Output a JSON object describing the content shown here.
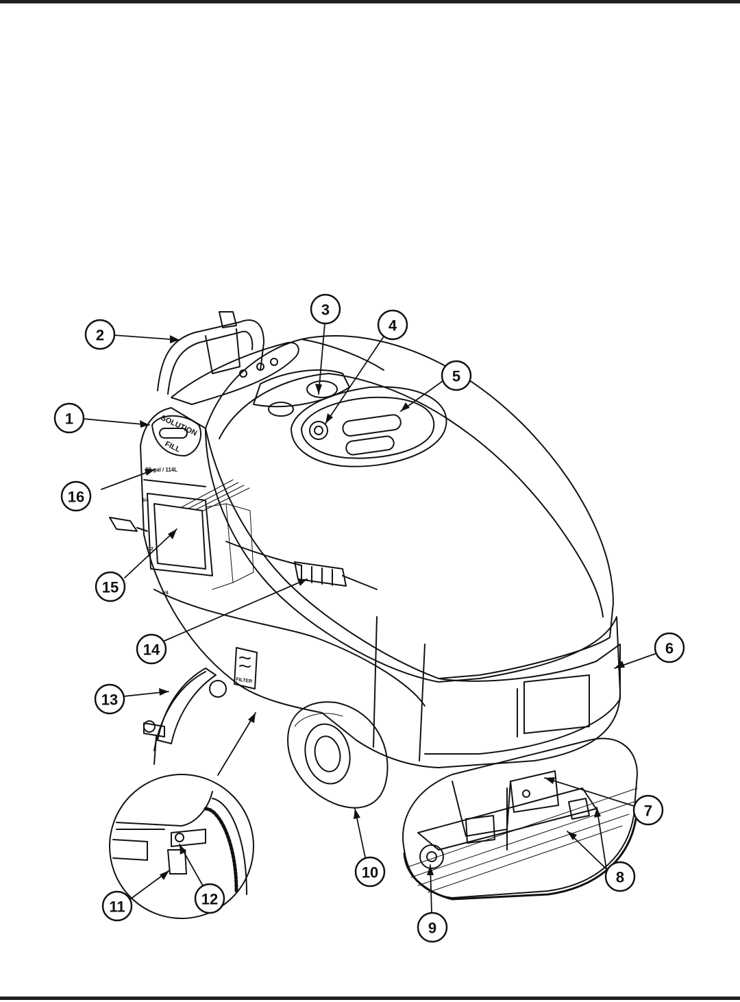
{
  "callouts": [
    {
      "label": "1"
    },
    {
      "label": "2"
    },
    {
      "label": "3"
    },
    {
      "label": "4"
    },
    {
      "label": "5"
    },
    {
      "label": "6"
    },
    {
      "label": "7"
    },
    {
      "label": "8"
    },
    {
      "label": "9"
    },
    {
      "label": "10"
    },
    {
      "label": "11"
    },
    {
      "label": "12"
    },
    {
      "label": "13"
    },
    {
      "label": "14"
    },
    {
      "label": "15"
    },
    {
      "label": "16"
    }
  ],
  "machine_labels": {
    "solution": "SOLUTION",
    "fill": "FILL",
    "capacity": "28 gal / 114L",
    "mark_3_4": "3/4",
    "mark_1_2": "1/2",
    "mark_1_4": "1/4",
    "filter": "FILTER"
  }
}
